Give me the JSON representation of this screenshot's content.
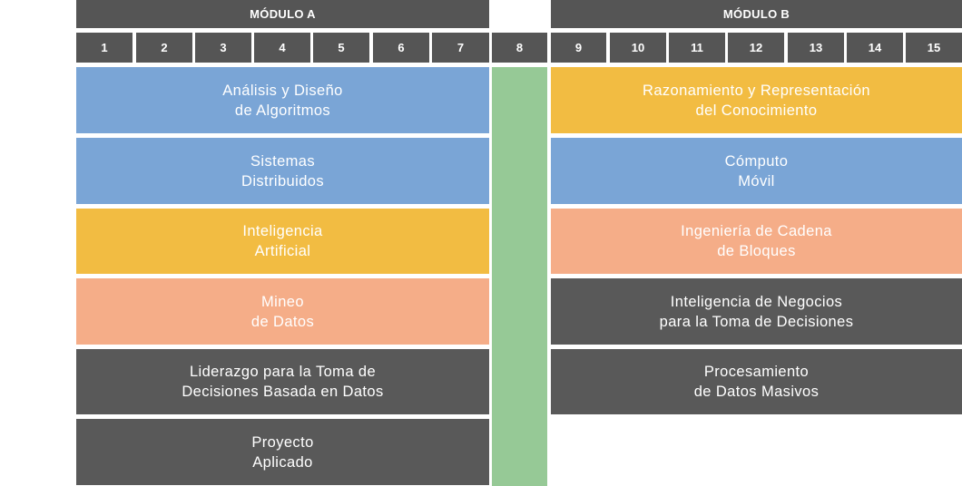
{
  "headers": {
    "module_a": "MÓDULO A",
    "module_b": "MÓDULO B"
  },
  "weeks": [
    "1",
    "2",
    "3",
    "4",
    "5",
    "6",
    "7",
    "8",
    "9",
    "10",
    "11",
    "12",
    "13",
    "14",
    "15"
  ],
  "module_a_courses": [
    {
      "line1": "Análisis y Diseño",
      "line2": "de Algoritmos",
      "color": "#7aa5d6"
    },
    {
      "line1": "Sistemas",
      "line2": "Distribuidos",
      "color": "#7aa5d6"
    },
    {
      "line1": "Inteligencia",
      "line2": "Artificial",
      "color": "#f2bc42"
    },
    {
      "line1": "Mineo",
      "line2": "de Datos",
      "color": "#f5ad88"
    },
    {
      "line1": "Liderazgo para la Toma de",
      "line2": "Decisiones Basada en Datos",
      "color": "#595959"
    },
    {
      "line1": "Proyecto",
      "line2": "Aplicado",
      "color": "#595959"
    }
  ],
  "module_b_courses": [
    {
      "line1": "Razonamiento y Representación",
      "line2": "del Conocimiento",
      "color": "#f2bc42"
    },
    {
      "line1": "Cómputo",
      "line2": "Móvil",
      "color": "#7aa5d6"
    },
    {
      "line1": "Ingeniería de Cadena",
      "line2": "de Bloques",
      "color": "#f5ad88"
    },
    {
      "line1": "Inteligencia de Negocios",
      "line2": "para la Toma de Decisiones",
      "color": "#595959"
    },
    {
      "line1": "Procesamiento",
      "line2": "de Datos Masivos",
      "color": "#595959"
    }
  ],
  "colors": {
    "header": "#555555",
    "week8_bar": "#96c996",
    "text": "#ffffff"
  }
}
